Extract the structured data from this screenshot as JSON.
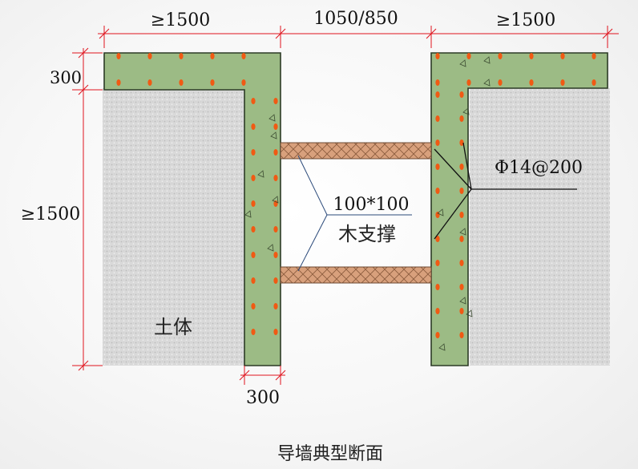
{
  "dimensions": {
    "top_left_width": "≥1500",
    "top_gap": "1050/850",
    "top_right_width": "≥1500",
    "cap_thickness": "300",
    "wall_depth": "≥1500",
    "wall_thickness": "300"
  },
  "labels": {
    "strut_size": "100*100",
    "strut_name": "木支撑",
    "rebar": "Φ14@200",
    "soil": "土体"
  },
  "caption": "导墙典型断面",
  "colors": {
    "concrete": "#9cbb85",
    "rebar_dot": "#f05a14",
    "soil": "#dcdcdc",
    "strut": "#d9a27e",
    "dimension_line": "#e0141e"
  }
}
